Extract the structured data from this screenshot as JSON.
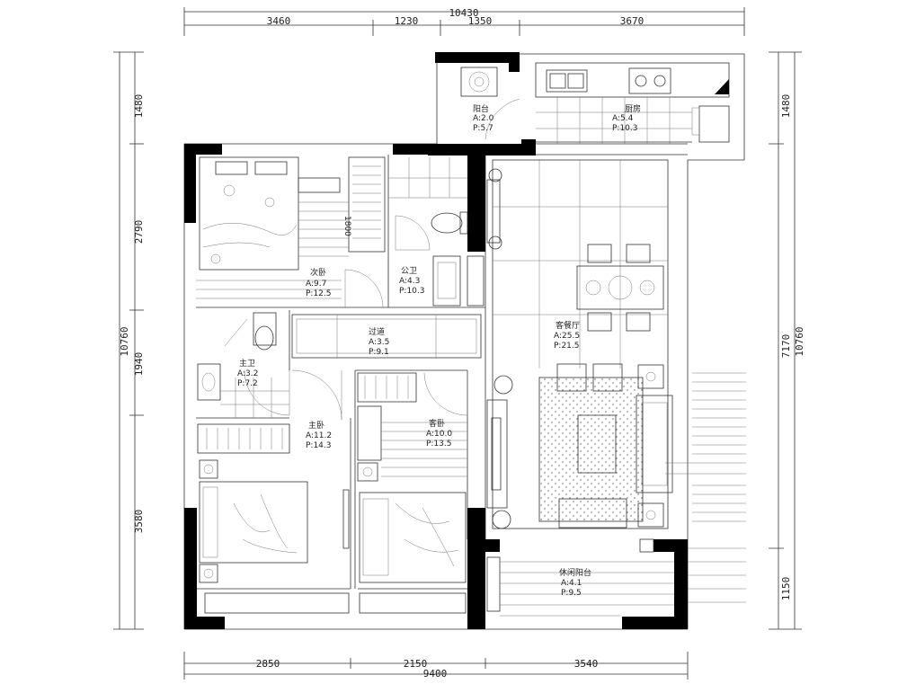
{
  "dims": {
    "top_total": "10430",
    "top": [
      "3460",
      "1230",
      "1350",
      "3670"
    ],
    "bottom": [
      "2850",
      "2150",
      "3540"
    ],
    "bottom_total": "9400",
    "left_total": "10760",
    "left": [
      "1480",
      "2790",
      "1940",
      "3580"
    ],
    "right_total": "10760",
    "right": [
      "1480",
      "7170",
      "1150"
    ]
  },
  "rooms": {
    "balcony": {
      "name": "阳台",
      "a": "A:2.0",
      "p": "P:5.7"
    },
    "kitchen": {
      "name": "厨房",
      "a": "A:5.4",
      "p": "P:10.3"
    },
    "second_bedroom": {
      "name": "次卧",
      "a": "A:9.7",
      "p": "P:12.5"
    },
    "public_bath": {
      "name": "公卫",
      "a": "A:4.3",
      "p": "P:10.3"
    },
    "corridor": {
      "name": "过道",
      "a": "A:3.5",
      "p": "P:9.1"
    },
    "master_bath": {
      "name": "主卫",
      "a": "A:3.2",
      "p": "P:7.2"
    },
    "master_bedroom": {
      "name": "主卧",
      "a": "A:11.2",
      "p": "P:14.3"
    },
    "guest_bedroom": {
      "name": "客卧",
      "a": "A:10.0",
      "p": "P:13.5"
    },
    "living_dining": {
      "name": "客餐厅",
      "a": "A:25.5",
      "p": "P:21.5"
    },
    "leisure_balcony": {
      "name": "休闲阳台",
      "a": "A:4.1",
      "p": "P:9.5"
    }
  },
  "annotations": {
    "bed_length": "1800"
  }
}
